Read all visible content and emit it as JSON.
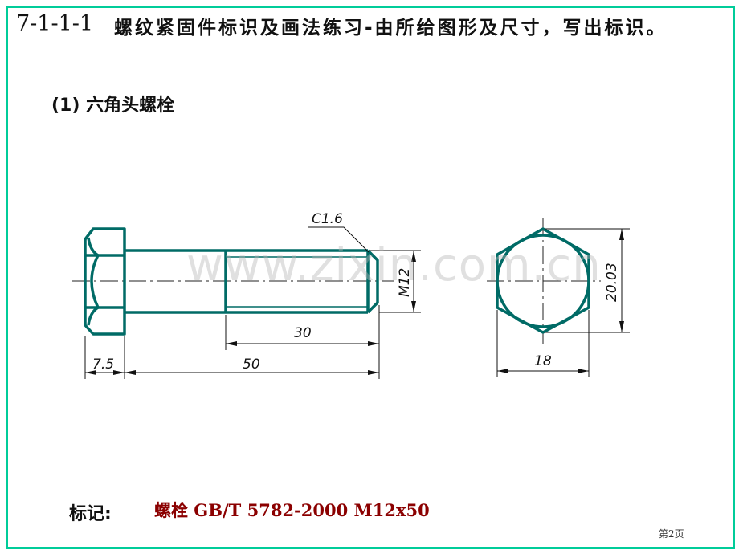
{
  "slide": {
    "title_number": "7-1-1-1",
    "title_text": "螺纹紧固件标识及画法练习-由所给图形及尺寸，写出标识。",
    "subtitle": "(1) 六角头螺栓",
    "watermark": "www.zixin.com.cn",
    "page_label": "第2页",
    "border_color": "#00cc99",
    "drawing_color": "#006b66"
  },
  "drawing": {
    "front_view": {
      "name": "bolt-side-view",
      "dimensions": {
        "chamfer": "C1.6",
        "thread_diameter": "M12",
        "thread_length": "30",
        "head_height": "7.5",
        "bolt_length": "50"
      }
    },
    "end_view": {
      "name": "hex-head-end-view",
      "dimensions": {
        "across_corners": "20.03",
        "across_flats": "18"
      }
    }
  },
  "marking": {
    "label": "标记:",
    "value": "螺栓 GB/T 5782-2000  M12x50",
    "value_color": "#8b0000"
  }
}
